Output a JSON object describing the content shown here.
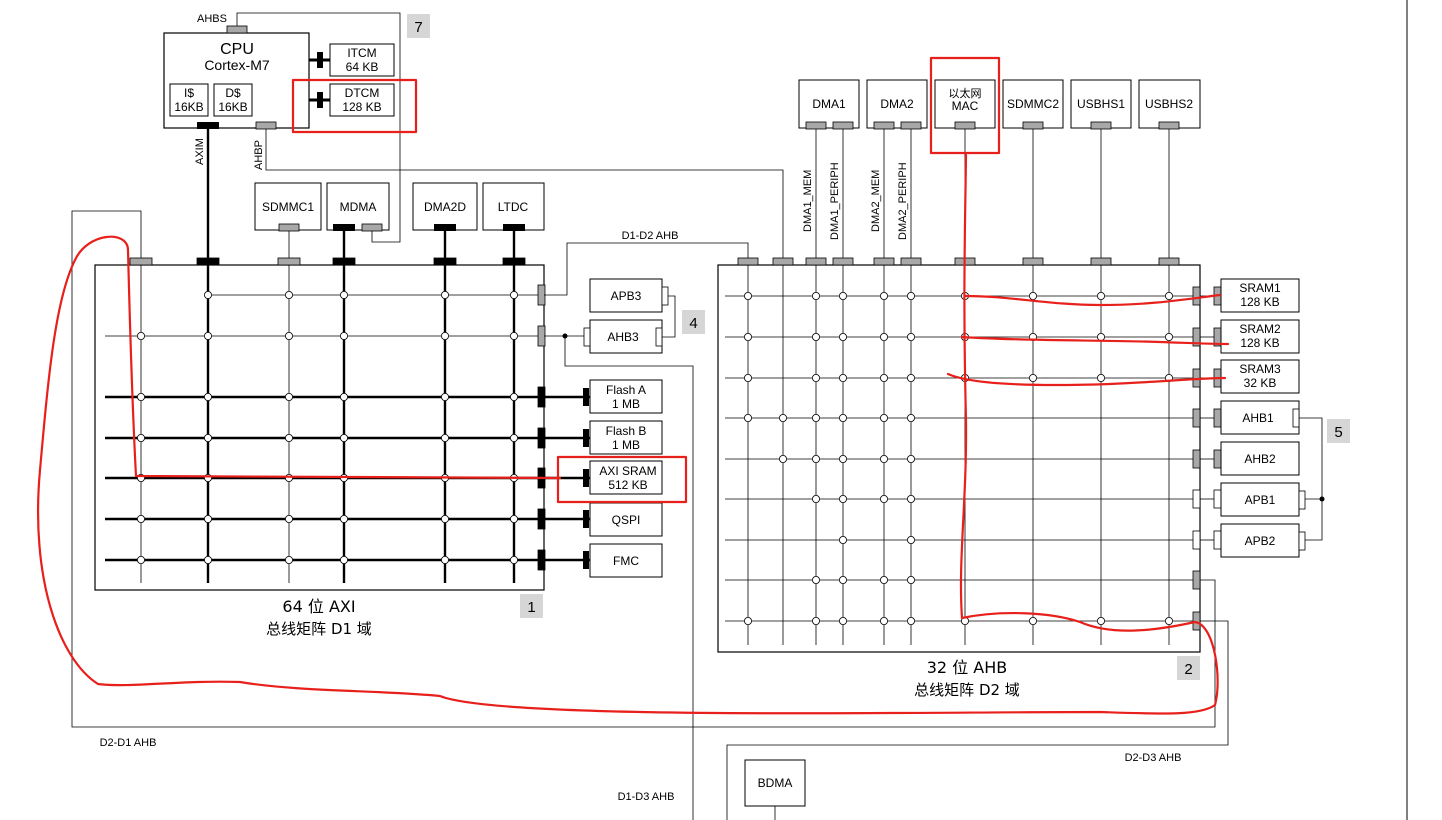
{
  "cpu": {
    "title": "CPU",
    "subtitle": "Cortex-M7",
    "icache": {
      "line1": "I$",
      "line2": "16KB"
    },
    "dcache": {
      "line1": "D$",
      "line2": "16KB"
    },
    "itcm": {
      "line1": "ITCM",
      "line2": "64 KB"
    },
    "dtcm": {
      "line1": "DTCM",
      "line2": "128 KB"
    },
    "ahbs": "AHBS",
    "axim": "AXIM",
    "ahbp": "AHBP"
  },
  "badges": {
    "cpu": "7",
    "ahb3_group": "4",
    "apb_group": "5",
    "d1": "1",
    "d2": "2"
  },
  "d1_masters": {
    "sdmmc1": "SDMMC1",
    "mdma": "MDMA",
    "dma2d": "DMA2D",
    "ltdc": "LTDC"
  },
  "d2_masters": {
    "dma1": "DMA1",
    "dma2": "DMA2",
    "mac_cn": "以太网",
    "mac": "MAC",
    "sdmmc2": "SDMMC2",
    "usbhs1": "USBHS1",
    "usbhs2": "USBHS2"
  },
  "d2_port_labels": {
    "dma1_mem": "DMA1_MEM",
    "dma1_periph": "DMA1_PERIPH",
    "dma2_mem": "DMA2_MEM",
    "dma2_periph": "DMA2_PERIPH"
  },
  "d1_slaves": {
    "apb3": "APB3",
    "ahb3": "AHB3",
    "flash_a": {
      "line1": "Flash A",
      "line2": "1 MB"
    },
    "flash_b": {
      "line1": "Flash B",
      "line2": "1 MB"
    },
    "axi_sram": {
      "line1": "AXI SRAM",
      "line2": "512 KB"
    },
    "qspi": "QSPI",
    "fmc": "FMC"
  },
  "d2_slaves": {
    "sram1": {
      "line1": "SRAM1",
      "line2": "128 KB"
    },
    "sram2": {
      "line1": "SRAM2",
      "line2": "128 KB"
    },
    "sram3": {
      "line1": "SRAM3",
      "line2": "32 KB"
    },
    "ahb1": "AHB1",
    "ahb2": "AHB2",
    "apb1": "APB1",
    "apb2": "APB2"
  },
  "links": {
    "d1_d2": "D1-D2 AHB",
    "d2_d1": "D2-D1 AHB",
    "d1_d3": "D1-D3 AHB",
    "d2_d3": "D2-D3 AHB"
  },
  "matrix_d1": {
    "line1": "64 位 AXI",
    "line2": "总线矩阵 D1 域"
  },
  "matrix_d2": {
    "line1": "32 位 AHB",
    "line2": "总线矩阵 D2 域"
  },
  "d3_masters": {
    "bdma": "BDMA"
  },
  "colors": {
    "annotation_red": "#e8201c",
    "badge_gray": "#d6d6d6",
    "port_gray": "#a8a8a8"
  }
}
